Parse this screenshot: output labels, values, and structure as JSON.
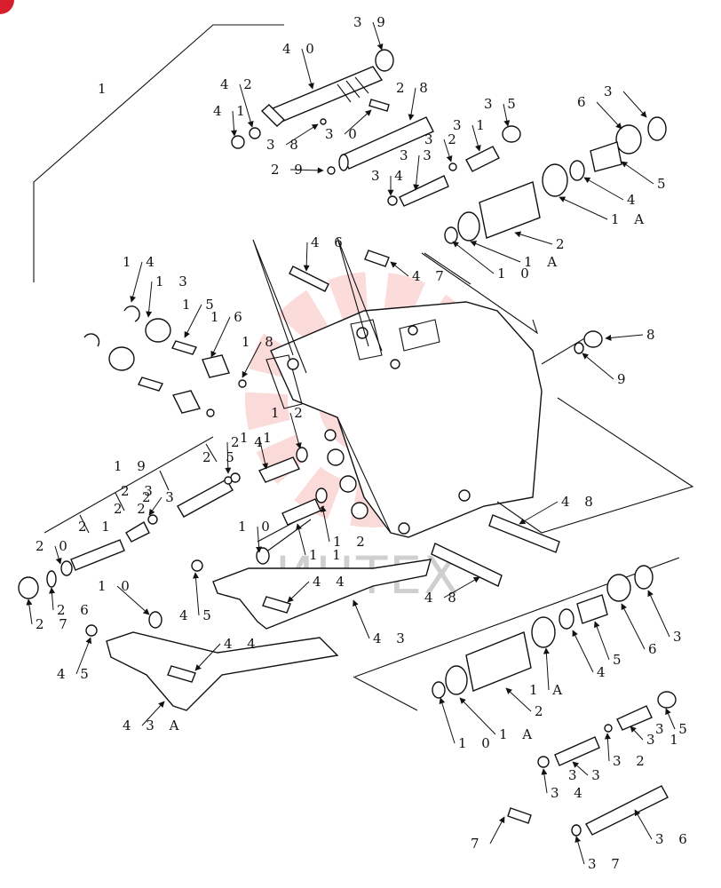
{
  "watermark": {
    "text": "ИНТЕХ",
    "color": "#f05a5a"
  },
  "corner_badge": {
    "color": "#d81e2c"
  },
  "labels": [
    {
      "id": "p1",
      "text": "1"
    },
    {
      "id": "p3a",
      "text": "3"
    },
    {
      "id": "p3b",
      "text": "3"
    },
    {
      "id": "p4a",
      "text": "4"
    },
    {
      "id": "p4b",
      "text": "4"
    },
    {
      "id": "p5a",
      "text": "5"
    },
    {
      "id": "p5b",
      "text": "5"
    },
    {
      "id": "p6a",
      "text": "6"
    },
    {
      "id": "p6b",
      "text": "6"
    },
    {
      "id": "p7",
      "text": "7"
    },
    {
      "id": "p8",
      "text": "8"
    },
    {
      "id": "p9",
      "text": "9"
    },
    {
      "id": "p10a",
      "text": "10"
    },
    {
      "id": "p10b",
      "text": "10"
    },
    {
      "id": "p10c",
      "text": "10"
    },
    {
      "id": "p1Aa",
      "text": "1A"
    },
    {
      "id": "p1Ab",
      "text": "1A"
    },
    {
      "id": "p10_1Aa",
      "text": "10"
    },
    {
      "id": "p10_1Ab",
      "text": "1A"
    },
    {
      "id": "p10_1Ac",
      "text": "10"
    },
    {
      "id": "p10_1Ad",
      "text": "1A"
    },
    {
      "id": "p2a",
      "text": "2"
    },
    {
      "id": "p2b",
      "text": "2"
    },
    {
      "id": "p11a",
      "text": "11"
    },
    {
      "id": "p11b",
      "text": "11"
    },
    {
      "id": "p12a",
      "text": "12"
    },
    {
      "id": "p12b",
      "text": "12"
    },
    {
      "id": "p13",
      "text": "13"
    },
    {
      "id": "p14",
      "text": "14"
    },
    {
      "id": "p15",
      "text": "15"
    },
    {
      "id": "p16",
      "text": "16"
    },
    {
      "id": "p18",
      "text": "18"
    },
    {
      "id": "p19",
      "text": "19"
    },
    {
      "id": "p20",
      "text": "20"
    },
    {
      "id": "p21",
      "text": "21"
    },
    {
      "id": "p22",
      "text": "22"
    },
    {
      "id": "p23a",
      "text": "23"
    },
    {
      "id": "p23b",
      "text": "23"
    },
    {
      "id": "p24",
      "text": "24"
    },
    {
      "id": "p25",
      "text": "25"
    },
    {
      "id": "p26",
      "text": "26"
    },
    {
      "id": "p27",
      "text": "27"
    },
    {
      "id": "p28",
      "text": "28"
    },
    {
      "id": "p29",
      "text": "29"
    },
    {
      "id": "p30",
      "text": "30"
    },
    {
      "id": "p31a",
      "text": "31"
    },
    {
      "id": "p31b",
      "text": "31"
    },
    {
      "id": "p32a",
      "text": "32"
    },
    {
      "id": "p32b",
      "text": "32"
    },
    {
      "id": "p33a",
      "text": "33"
    },
    {
      "id": "p33b",
      "text": "33"
    },
    {
      "id": "p34a",
      "text": "34"
    },
    {
      "id": "p34b",
      "text": "34"
    },
    {
      "id": "p35a",
      "text": "35"
    },
    {
      "id": "p35b",
      "text": "35"
    },
    {
      "id": "p36",
      "text": "36"
    },
    {
      "id": "p37",
      "text": "37"
    },
    {
      "id": "p38",
      "text": "38"
    },
    {
      "id": "p39",
      "text": "39"
    },
    {
      "id": "p40",
      "text": "40"
    },
    {
      "id": "p41",
      "text": "41"
    },
    {
      "id": "p42",
      "text": "42"
    },
    {
      "id": "p43a",
      "text": "43"
    },
    {
      "id": "p43A",
      "text": "43A"
    },
    {
      "id": "p44a",
      "text": "44"
    },
    {
      "id": "p44b",
      "text": "44"
    },
    {
      "id": "p45a",
      "text": "45"
    },
    {
      "id": "p45b",
      "text": "45"
    },
    {
      "id": "p46",
      "text": "46"
    },
    {
      "id": "p47",
      "text": "47"
    },
    {
      "id": "p48a",
      "text": "48"
    },
    {
      "id": "p48b",
      "text": "48"
    }
  ]
}
